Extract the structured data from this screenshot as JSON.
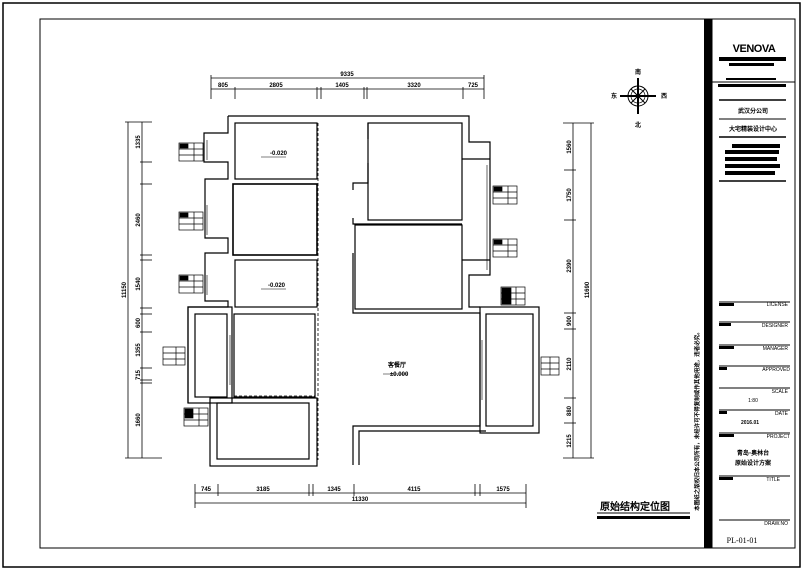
{
  "drawing": {
    "title": "原始结构定位图",
    "compass": {
      "north_top": "南",
      "east": "东",
      "west": "西",
      "south_bottom": "北"
    },
    "rooms": [
      {
        "name": "",
        "level": "-0.020"
      },
      {
        "name": "",
        "level": "-0.020"
      },
      {
        "name": "客餐厅",
        "level": "±0.000"
      }
    ],
    "dims_top": {
      "total": "9335",
      "segments": [
        "805",
        "2805",
        "1405",
        "3320",
        "725"
      ]
    },
    "dims_bottom": {
      "total": "11330",
      "segments": [
        "745",
        "3185",
        "1345",
        "4115",
        "1575"
      ]
    },
    "dims_left": {
      "total": "11150",
      "segments": [
        "1335",
        "2460",
        "1540",
        "600",
        "1355",
        "715",
        "1660"
      ]
    },
    "dims_right": {
      "total": "11690",
      "segments": [
        "1560",
        "1750",
        "2390",
        "900",
        "2110",
        "880",
        "1215"
      ]
    },
    "side_note": "本图纸之版权归本公司所有，未经许可不得复制或作其他用途，违者必究。"
  },
  "title_block": {
    "brand": "VENOVA",
    "branch": "武汉分公司",
    "center": "大宅精装设计中心",
    "fields": {
      "license": "LICENSE",
      "designer": "DESIGNER",
      "manager": "MANAGER",
      "approved": "APPROVED",
      "scale_label": "SCALE",
      "scale_value": "1:80",
      "date_label": "DATE",
      "date_value": "2016.01",
      "project_label": "PROJECT",
      "project_line1": "青岛·奥林台",
      "project_line2": "原始设计方案",
      "title_label": "TITLE",
      "drawing_no_label": "DRAW.NO",
      "drawing_no": "PL-01-01"
    }
  }
}
